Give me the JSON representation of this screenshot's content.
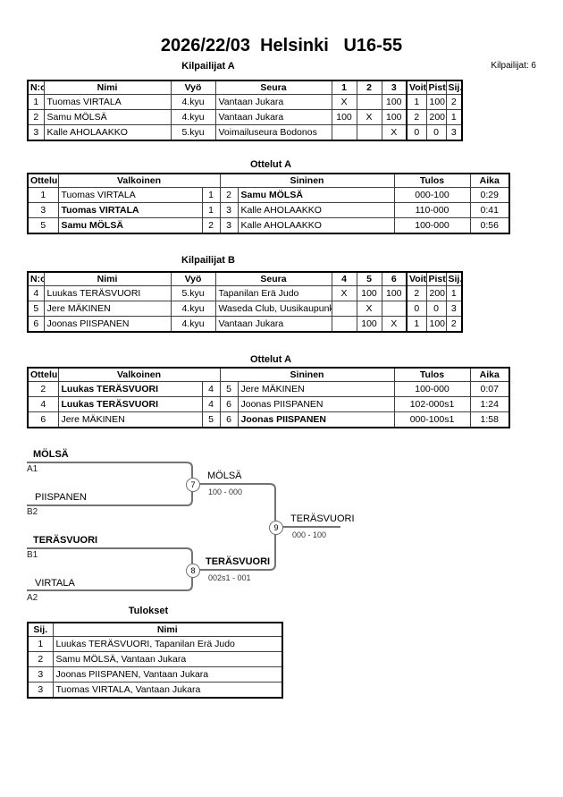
{
  "header": {
    "title": "2026/22/03  Helsinki   U16-55",
    "subtitle": "Kilpailijat A",
    "competitors_count": "Kilpailijat: 6"
  },
  "competitor_headers": {
    "no": "N:o",
    "name": "Nimi",
    "belt": "Vyö",
    "club": "Seura",
    "wins": "Voit.",
    "points": "Pist.",
    "place": "Sij."
  },
  "match_headers": {
    "match": "Ottelu",
    "white": "Valkoinen",
    "blue": "Sininen",
    "result": "Tulos",
    "time": "Aika"
  },
  "competitors_a": {
    "title": "Kilpailijat A",
    "m1": "1",
    "m2": "2",
    "m3": "3",
    "rows": [
      {
        "no": "1",
        "name": "Tuomas VIRTALA",
        "belt": "4.kyu",
        "club": "Vantaan Jukara",
        "c1": "X",
        "c2": "",
        "c3": "100",
        "wins": "1",
        "points": "100",
        "place": "2"
      },
      {
        "no": "2",
        "name": "Samu MÖLSÄ",
        "belt": "4.kyu",
        "club": "Vantaan Jukara",
        "c1": "100",
        "c2": "X",
        "c3": "100",
        "wins": "2",
        "points": "200",
        "place": "1"
      },
      {
        "no": "3",
        "name": "Kalle AHOLAAKKO",
        "belt": "5.kyu",
        "club": "Voimailuseura Bodonos",
        "c1": "",
        "c2": "",
        "c3": "X",
        "wins": "0",
        "points": "0",
        "place": "3"
      }
    ]
  },
  "matches_a": {
    "title": "Ottelut A",
    "rows": [
      {
        "no": "1",
        "white": "Tuomas VIRTALA",
        "wn": "1",
        "bn": "2",
        "blue": "Samu MÖLSÄ",
        "result": "000-100",
        "time": "0:29"
      },
      {
        "no": "3",
        "white": "Tuomas VIRTALA",
        "wn": "1",
        "bn": "3",
        "blue": "Kalle AHOLAAKKO",
        "result": "110-000",
        "time": "0:41"
      },
      {
        "no": "5",
        "white": "Samu MÖLSÄ",
        "wn": "2",
        "bn": "3",
        "blue": "Kalle AHOLAAKKO",
        "result": "100-000",
        "time": "0:56"
      }
    ]
  },
  "competitors_b": {
    "title": "Kilpailijat B",
    "m1": "4",
    "m2": "5",
    "m3": "6",
    "rows": [
      {
        "no": "4",
        "name": "Luukas TERÄSVUORI",
        "belt": "5.kyu",
        "club": "Tapanilan Erä Judo",
        "c1": "X",
        "c2": "100",
        "c3": "100",
        "wins": "2",
        "points": "200",
        "place": "1"
      },
      {
        "no": "5",
        "name": "Jere MÄKINEN",
        "belt": "4.kyu",
        "club": "Waseda Club, Uusikaupunki",
        "c1": "",
        "c2": "X",
        "c3": "",
        "wins": "0",
        "points": "0",
        "place": "3"
      },
      {
        "no": "6",
        "name": "Joonas PIISPANEN",
        "belt": "4.kyu",
        "club": "Vantaan Jukara",
        "c1": "",
        "c2": "100",
        "c3": "X",
        "wins": "1",
        "points": "100",
        "place": "2"
      }
    ]
  },
  "matches_b": {
    "title": "Ottelut A",
    "rows": [
      {
        "no": "2",
        "white": "Luukas TERÄSVUORI",
        "wn": "4",
        "bn": "5",
        "blue": "Jere MÄKINEN",
        "result": "100-000",
        "time": "0:07"
      },
      {
        "no": "4",
        "white": "Luukas TERÄSVUORI",
        "wn": "4",
        "bn": "6",
        "blue": "Joonas PIISPANEN",
        "result": "102-000s1",
        "time": "1:24"
      },
      {
        "no": "6",
        "white": "Jere MÄKINEN",
        "wn": "5",
        "bn": "6",
        "blue": "Joonas PIISPANEN",
        "result": "000-100s1",
        "time": "1:58"
      }
    ]
  },
  "bracket": {
    "a1": {
      "name": "MÖLSÄ",
      "seed": "A1"
    },
    "b2": {
      "name": "PIISPANEN",
      "seed": "B2"
    },
    "b1": {
      "name": "TERÄSVUORI",
      "seed": "B1"
    },
    "a2": {
      "name": "VIRTALA",
      "seed": "A2"
    },
    "m7": {
      "num": "7",
      "winner": "MÖLSÄ",
      "score": "100 - 000"
    },
    "m8": {
      "num": "8",
      "winner": "TERÄSVUORI",
      "score": "002s1 - 001"
    },
    "m9": {
      "num": "9",
      "winner": "TERÄSVUORI",
      "score": "000 - 100"
    }
  },
  "results": {
    "title": "Tulokset",
    "headers": {
      "place": "Sij.",
      "name": "Nimi"
    },
    "rows": [
      {
        "place": "1",
        "name": "Luukas TERÄSVUORI, Tapanilan Erä Judo"
      },
      {
        "place": "2",
        "name": "Samu MÖLSÄ, Vantaan Jukara"
      },
      {
        "place": "3",
        "name": "Joonas PIISPANEN, Vantaan Jukara"
      },
      {
        "place": "3",
        "name": "Tuomas VIRTALA, Vantaan Jukara"
      }
    ]
  }
}
